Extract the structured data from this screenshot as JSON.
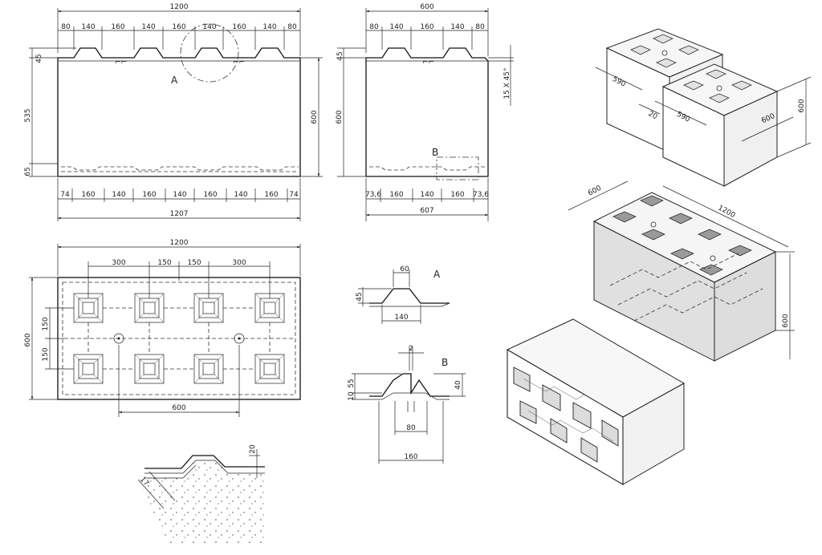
{
  "front_view": {
    "top_width": "1200",
    "top_segments": [
      "80",
      "140",
      "160",
      "140",
      "160",
      "140",
      "160",
      "140",
      "80"
    ],
    "left_dims": [
      "45",
      "535",
      "65"
    ],
    "right_dim": "600",
    "bottom_segments": [
      "74",
      "160",
      "140",
      "160",
      "140",
      "160",
      "140",
      "160",
      "74"
    ],
    "bottom_width": "1207",
    "detail_label": "A"
  },
  "side_view": {
    "top_width": "600",
    "top_segments": [
      "80",
      "140",
      "160",
      "140",
      "80"
    ],
    "left_dims": [
      "45",
      "600"
    ],
    "chamfer": "15 X 45°",
    "bottom_segments": [
      "73,6",
      "160",
      "140",
      "160",
      "73,6"
    ],
    "bottom_width": "607",
    "detail_label": "B"
  },
  "plan_view": {
    "top_width": "1200",
    "top_segments": [
      "300",
      "150",
      "150",
      "300"
    ],
    "left_height": "600",
    "left_segments": [
      "150",
      "150"
    ],
    "bottom_dim": "600"
  },
  "detail_a": {
    "label": "A",
    "top": "60",
    "height": "45",
    "bottom": "140"
  },
  "detail_b": {
    "label": "B",
    "top": "2",
    "heights": [
      "55",
      "10"
    ],
    "right": "40",
    "inner": "80",
    "bottom": "160"
  },
  "edge_detail": {
    "dims": [
      "20",
      "17"
    ]
  },
  "iso_pair": {
    "dims": [
      "590",
      "20",
      "590",
      "600",
      "600"
    ]
  },
  "iso_single": {
    "dims": [
      "600",
      "1200",
      "600"
    ]
  }
}
